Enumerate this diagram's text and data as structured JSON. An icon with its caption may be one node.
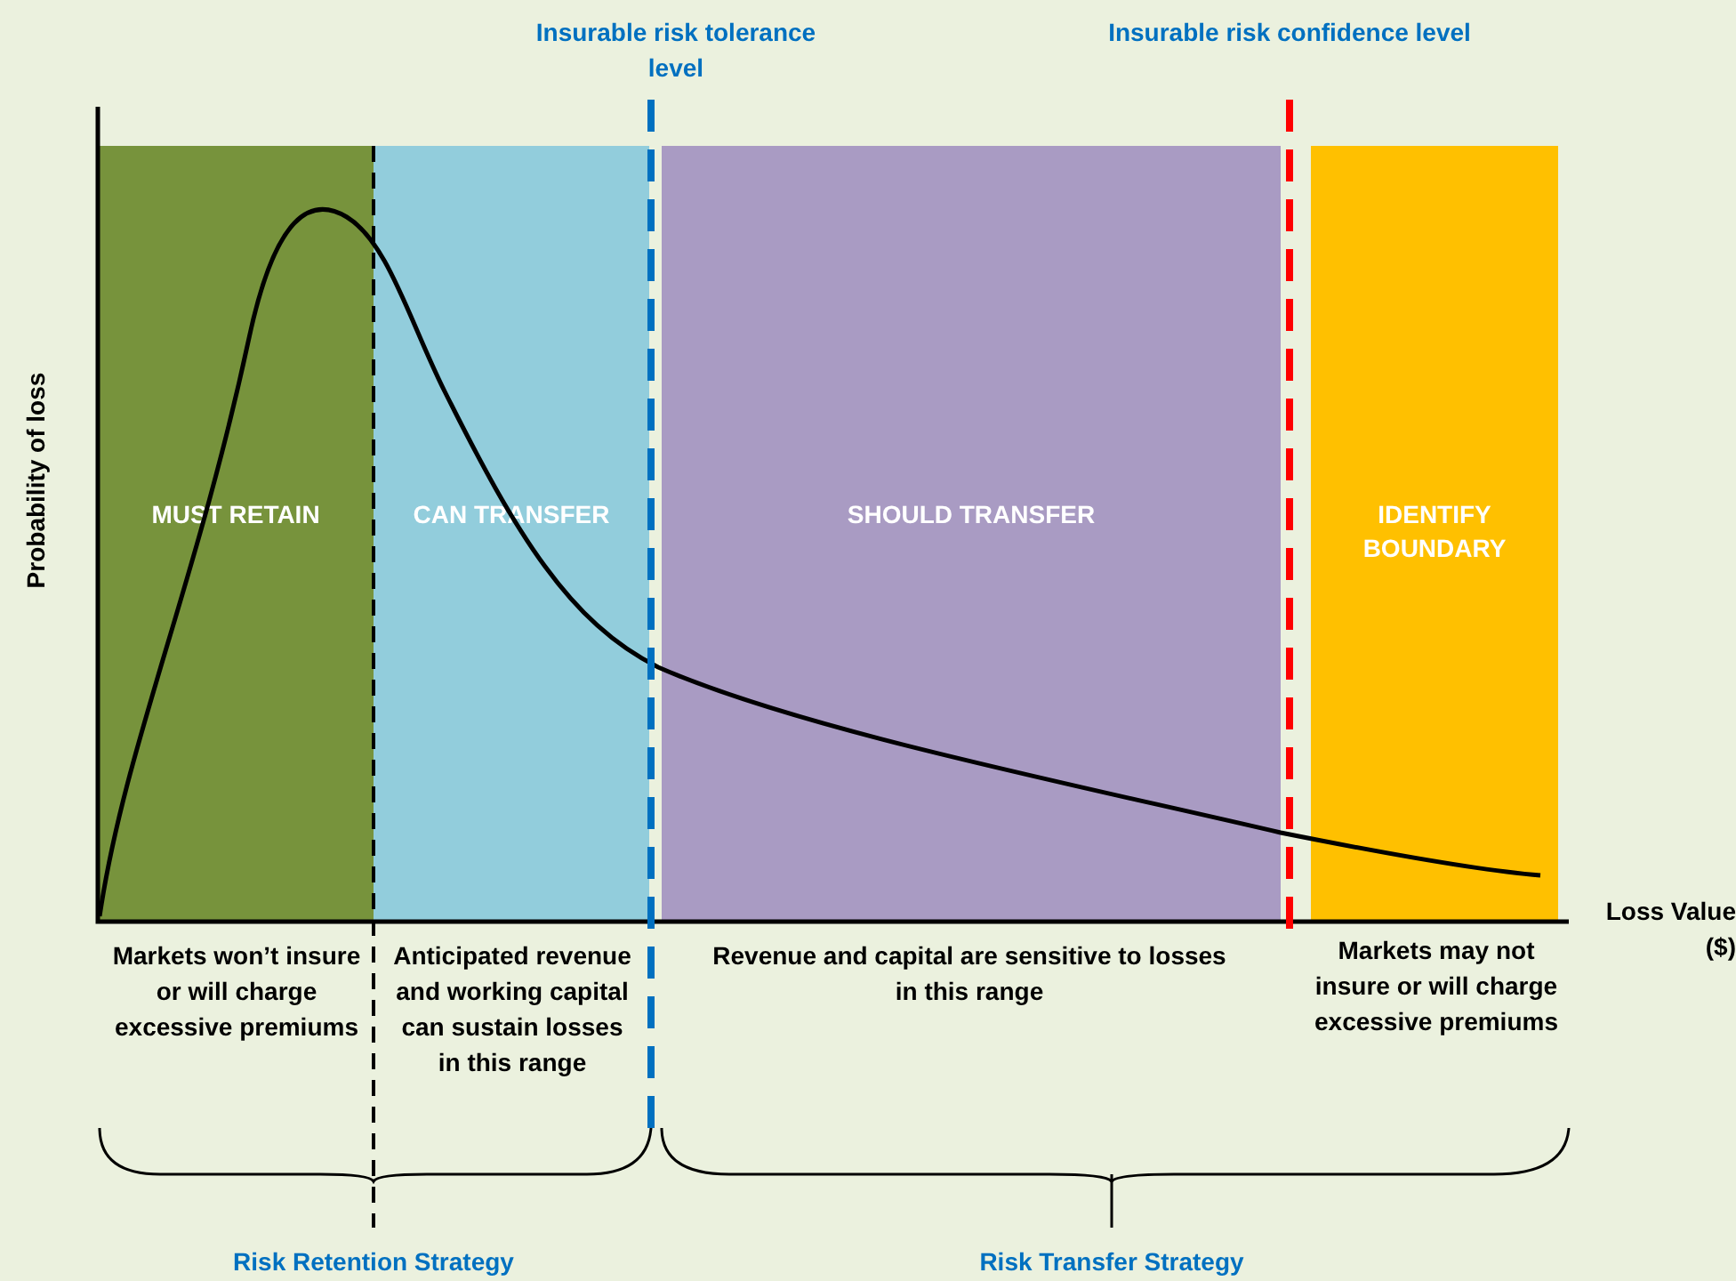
{
  "diagram": {
    "nodes": [
      {
        "text": [
          "MUST RETAIN"
        ]
      },
      {
        "text": [
          "CAN TRANSFER"
        ]
      },
      {
        "text": [
          "SHOULD TRANSFER"
        ]
      },
      {
        "text": [
          "IDENTIFY BOUNDARY"
        ]
      }
    ],
    "labels": [
      "Insurable risk tolerance level",
      "Insurable risk confidence level",
      "Probability of loss",
      "Loss Value ($)",
      "Markets won’t insure or will charge excessive premiums",
      "Anticipated revenue and working capital can sustain losses in this range",
      "Revenue and capital are sensitive to losses in this range",
      "Markets may not insure or will charge excessive premiums",
      "Risk Retention Strategy",
      "Risk Transfer Strategy"
    ]
  }
}
